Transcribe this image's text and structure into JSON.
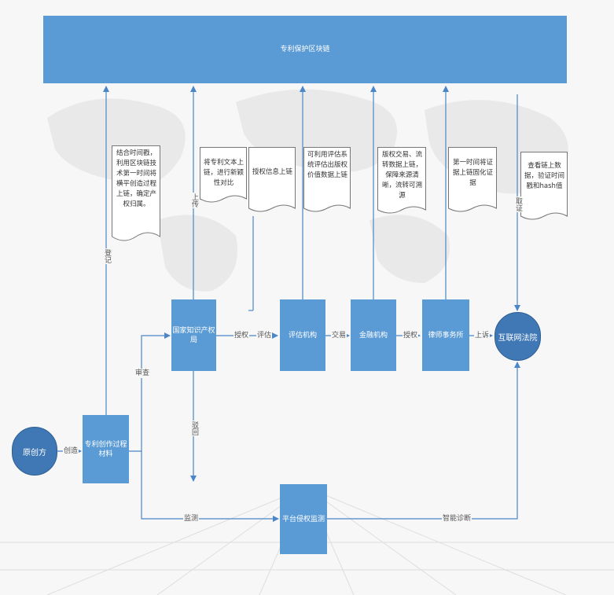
{
  "blockchain": "专利保护区块链",
  "nodes": {
    "creator": "原创方",
    "material": "专利创作过程材料",
    "cnipa": "国家知识产权局",
    "evaluator": "评估机构",
    "finance": "金融机构",
    "law_firm": "律师事务所",
    "court": "互联网法院",
    "monitor": "平台侵权监测"
  },
  "edge_labels": {
    "create": "创造",
    "register": "登记",
    "review": "审查",
    "upload": "上传",
    "authorize": "授权",
    "evaluate": "评估",
    "trade": "交易",
    "empower": "授权",
    "sue": "上诉",
    "reject": "驳回",
    "monitor": "监测",
    "diagnose": "智能诊断",
    "evidence": "取证"
  },
  "notes": {
    "n1": "结合时间戳，利用区块链技术第一时间将横平创造过程上链，确定产权归属。",
    "n2": "将专利文本上链，进行新颖性对比",
    "n3": "授权信息上链",
    "n4": "可利用评估系统评估出版权价值数据上链",
    "n5": "版权交易、流转数据上链，保障来源清晰，流转可溯源",
    "n6": "第一时间将证据上链固化证据",
    "n7": "查看链上数据，验证时间戳和hash值"
  }
}
